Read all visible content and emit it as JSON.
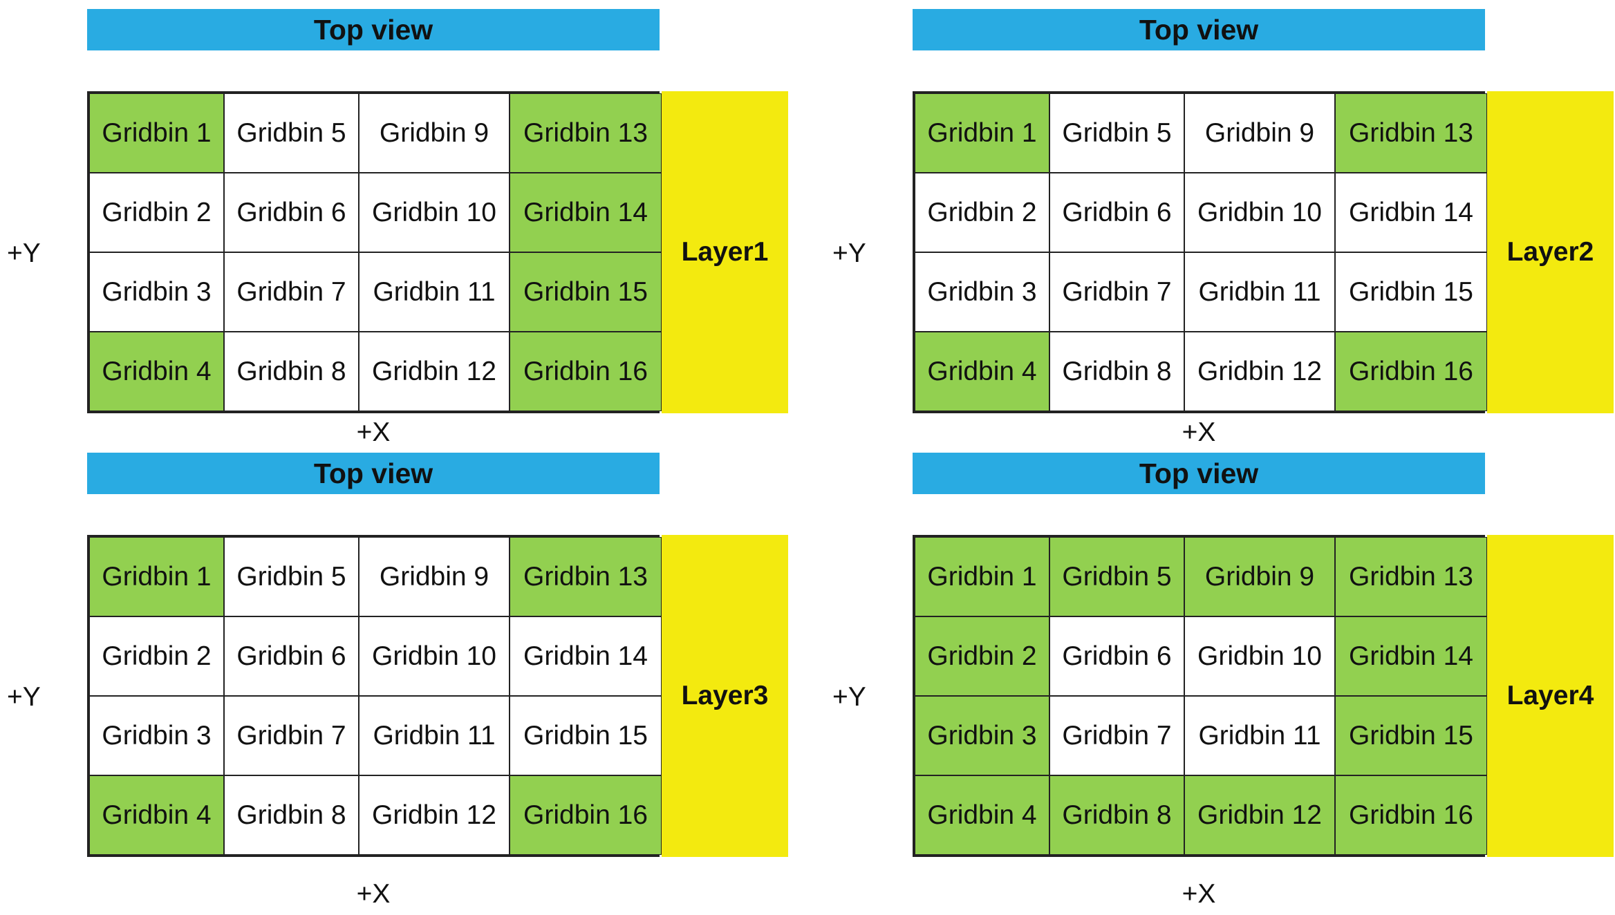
{
  "panels": [
    {
      "title": "Top view",
      "layer": "Layer1",
      "y_axis": "+Y",
      "x_axis": "+X",
      "cells": [
        {
          "label": "Gridbin 1",
          "green": true
        },
        {
          "label": "Gridbin 5",
          "green": false
        },
        {
          "label": "Gridbin 9",
          "green": false
        },
        {
          "label": "Gridbin 13",
          "green": true
        },
        {
          "label": "Gridbin 2",
          "green": false
        },
        {
          "label": "Gridbin 6",
          "green": false
        },
        {
          "label": "Gridbin 10",
          "green": false
        },
        {
          "label": "Gridbin 14",
          "green": true
        },
        {
          "label": "Gridbin 3",
          "green": false
        },
        {
          "label": "Gridbin 7",
          "green": false
        },
        {
          "label": "Gridbin 11",
          "green": false
        },
        {
          "label": "Gridbin 15",
          "green": true
        },
        {
          "label": "Gridbin 4",
          "green": true
        },
        {
          "label": "Gridbin 8",
          "green": false
        },
        {
          "label": "Gridbin 12",
          "green": false
        },
        {
          "label": "Gridbin 16",
          "green": true
        }
      ]
    },
    {
      "title": "Top view",
      "layer": "Layer2",
      "y_axis": "+Y",
      "x_axis": "+X",
      "cells": [
        {
          "label": "Gridbin 1",
          "green": true
        },
        {
          "label": "Gridbin 5",
          "green": false
        },
        {
          "label": "Gridbin 9",
          "green": false
        },
        {
          "label": "Gridbin 13",
          "green": true
        },
        {
          "label": "Gridbin 2",
          "green": false
        },
        {
          "label": "Gridbin 6",
          "green": false
        },
        {
          "label": "Gridbin 10",
          "green": false
        },
        {
          "label": "Gridbin 14",
          "green": false
        },
        {
          "label": "Gridbin 3",
          "green": false
        },
        {
          "label": "Gridbin 7",
          "green": false
        },
        {
          "label": "Gridbin 11",
          "green": false
        },
        {
          "label": "Gridbin 15",
          "green": false
        },
        {
          "label": "Gridbin 4",
          "green": true
        },
        {
          "label": "Gridbin 8",
          "green": false
        },
        {
          "label": "Gridbin 12",
          "green": false
        },
        {
          "label": "Gridbin 16",
          "green": true
        }
      ]
    },
    {
      "title": "Top view",
      "layer": "Layer3",
      "y_axis": "+Y",
      "x_axis": "+X",
      "cells": [
        {
          "label": "Gridbin 1",
          "green": true
        },
        {
          "label": "Gridbin 5",
          "green": false
        },
        {
          "label": "Gridbin 9",
          "green": false
        },
        {
          "label": "Gridbin 13",
          "green": true
        },
        {
          "label": "Gridbin 2",
          "green": false
        },
        {
          "label": "Gridbin 6",
          "green": false
        },
        {
          "label": "Gridbin 10",
          "green": false
        },
        {
          "label": "Gridbin 14",
          "green": false
        },
        {
          "label": "Gridbin 3",
          "green": false
        },
        {
          "label": "Gridbin 7",
          "green": false
        },
        {
          "label": "Gridbin 11",
          "green": false
        },
        {
          "label": "Gridbin 15",
          "green": false
        },
        {
          "label": "Gridbin 4",
          "green": true
        },
        {
          "label": "Gridbin 8",
          "green": false
        },
        {
          "label": "Gridbin 12",
          "green": false
        },
        {
          "label": "Gridbin 16",
          "green": true
        }
      ]
    },
    {
      "title": "Top view",
      "layer": "Layer4",
      "y_axis": "+Y",
      "x_axis": "+X",
      "cells": [
        {
          "label": "Gridbin 1",
          "green": true
        },
        {
          "label": "Gridbin 5",
          "green": true
        },
        {
          "label": "Gridbin 9",
          "green": true
        },
        {
          "label": "Gridbin 13",
          "green": true
        },
        {
          "label": "Gridbin 2",
          "green": true
        },
        {
          "label": "Gridbin 6",
          "green": false
        },
        {
          "label": "Gridbin 10",
          "green": false
        },
        {
          "label": "Gridbin 14",
          "green": true
        },
        {
          "label": "Gridbin 3",
          "green": true
        },
        {
          "label": "Gridbin 7",
          "green": false
        },
        {
          "label": "Gridbin 11",
          "green": false
        },
        {
          "label": "Gridbin 15",
          "green": true
        },
        {
          "label": "Gridbin 4",
          "green": true
        },
        {
          "label": "Gridbin 8",
          "green": true
        },
        {
          "label": "Gridbin 12",
          "green": true
        },
        {
          "label": "Gridbin 16",
          "green": true
        }
      ]
    }
  ],
  "colors": {
    "banner": "#29abe2",
    "active_cell": "#92d050",
    "inactive_cell": "#ffffff",
    "layer_label": "#f3ea0f"
  }
}
